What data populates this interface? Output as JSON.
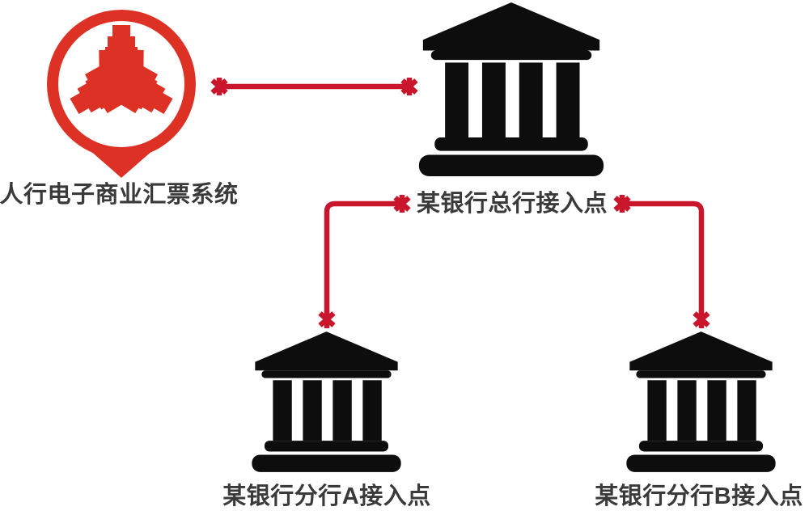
{
  "diagram": {
    "type": "network-topology",
    "colors": {
      "background": "#ffffff",
      "logo_red": "#dc3124",
      "connector_red": "#c9162d",
      "bank_black": "#0d0d0d",
      "label_color": "#3a3a3a"
    },
    "nodes": {
      "pboc_system": {
        "label": "人行电子商业汇票系统",
        "icon": "pboc-pin-logo"
      },
      "head_office": {
        "label": "某银行总行接入点",
        "icon": "bank-building-icon"
      },
      "branch_a": {
        "label": "某银行分行A接入点",
        "icon": "bank-building-icon"
      },
      "branch_b": {
        "label": "某银行分行B接入点",
        "icon": "bank-building-icon"
      }
    },
    "connections": [
      {
        "from": "pboc_system",
        "to": "head_office",
        "line": "horizontal red line, asterisk markers at both ends"
      },
      {
        "from": "head_office",
        "to": "branch_a",
        "line": "red elbow line, asterisk markers at both ends"
      },
      {
        "from": "head_office",
        "to": "branch_b",
        "line": "red elbow line, asterisk markers at both ends"
      }
    ]
  }
}
